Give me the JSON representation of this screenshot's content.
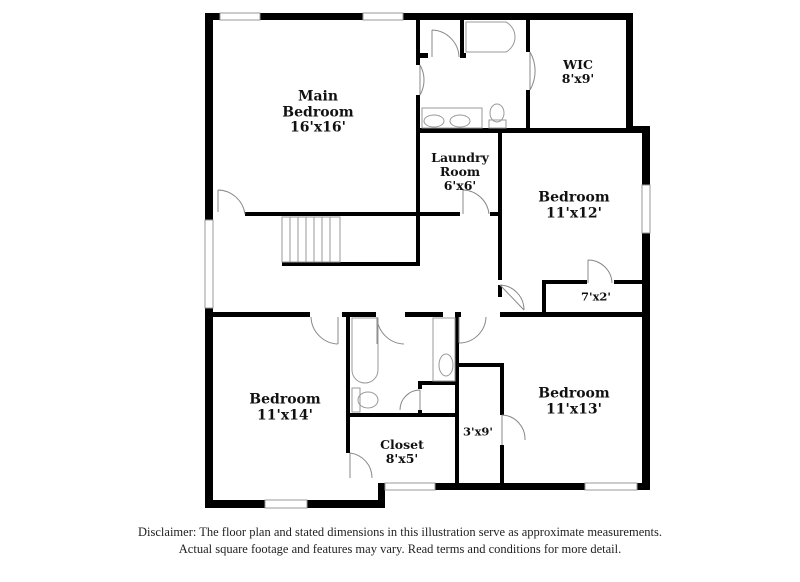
{
  "floor_plan": {
    "rooms": [
      {
        "id": "main-bedroom",
        "name_lines": [
          "Main",
          "Bedroom"
        ],
        "dimensions": "16'x16'"
      },
      {
        "id": "wic",
        "name_lines": [
          "WIC"
        ],
        "dimensions": "8'x9'"
      },
      {
        "id": "laundry-room",
        "name_lines": [
          "Laundry",
          "Room"
        ],
        "dimensions": "6'x6'"
      },
      {
        "id": "bedroom-2",
        "name_lines": [
          "Bedroom"
        ],
        "dimensions": "11'x12'"
      },
      {
        "id": "closet-small",
        "name_lines": [],
        "dimensions": "7'x2'"
      },
      {
        "id": "bedroom-3",
        "name_lines": [
          "Bedroom"
        ],
        "dimensions": "11'x14'"
      },
      {
        "id": "closet",
        "name_lines": [
          "Closet"
        ],
        "dimensions": "8'x5'"
      },
      {
        "id": "closet-hall",
        "name_lines": [],
        "dimensions": "3'x9'"
      },
      {
        "id": "bedroom-4",
        "name_lines": [
          "Bedroom"
        ],
        "dimensions": "11'x13'"
      }
    ],
    "colors": {
      "wall": "#000000",
      "fixture": "#9a9a9a",
      "background": "#ffffff"
    }
  },
  "disclaimer": {
    "line1": "Disclaimer: The floor plan and stated dimensions in this illustration serve as approximate measurements.",
    "line2": "Actual square footage and features may vary. Read terms and conditions for more detail."
  }
}
